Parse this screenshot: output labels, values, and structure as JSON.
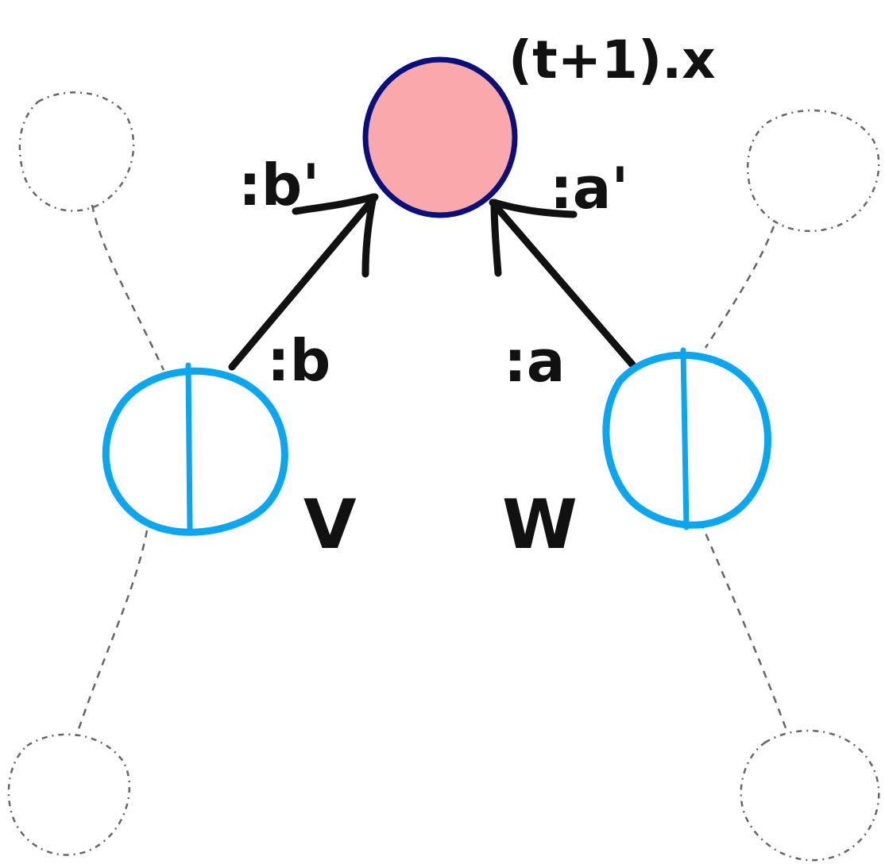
{
  "diagram": {
    "top_node": {
      "label": "(t+1).x",
      "fill_color": "#f9a9ab",
      "stroke_color": "#0b0f7a"
    },
    "left_node": {
      "label": "V",
      "port_label": ":b",
      "arrow_label": ":b'",
      "color": "#0aa6f0"
    },
    "right_node": {
      "label": "W",
      "port_label": ":a",
      "arrow_label": ":a'",
      "color": "#0aa6f0"
    }
  }
}
